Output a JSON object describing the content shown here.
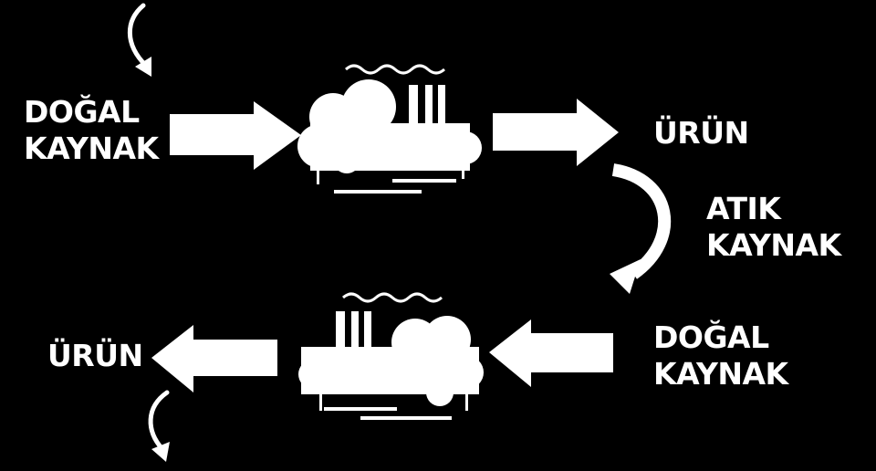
{
  "diagram": {
    "top_row": {
      "source_label": [
        "DOĞAL",
        "KAYNAK"
      ],
      "product_label": "ÜRÜN"
    },
    "transition": {
      "label": [
        "ATIK",
        "KAYNAK"
      ]
    },
    "bottom_row": {
      "source_label": [
        "DOĞAL",
        "KAYNAK"
      ],
      "product_label": "ÜRÜN"
    },
    "colors": {
      "background": "#000000",
      "foreground": "#ffffff"
    },
    "icons": [
      "factory-icon",
      "right-arrow-icon",
      "left-arrow-icon",
      "curved-arrow-icon"
    ]
  }
}
